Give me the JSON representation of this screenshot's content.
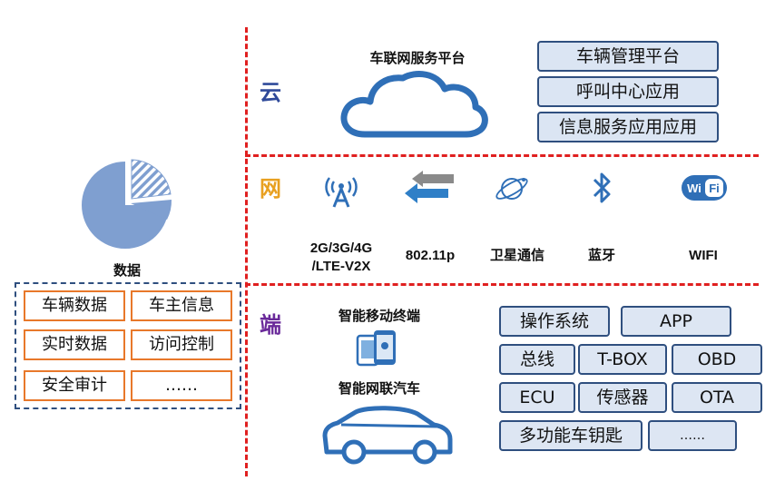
{
  "layers": {
    "cloud": "云",
    "network": "网",
    "endpoint": "端"
  },
  "colors": {
    "divider": "#e02020",
    "cloud_label": "#2f4a9a",
    "network_label": "#e8a020",
    "endpoint_label": "#6a2a9a",
    "icon_blue": "#2f6fb7",
    "box_fill": "#dbe5f3",
    "data_box_border": "#e8782a"
  },
  "data_section": {
    "title": "数据",
    "items": [
      "车辆数据",
      "车主信息",
      "实时数据",
      "访问控制",
      "安全审计",
      "……"
    ]
  },
  "cloud_section": {
    "platform_title": "车联网服务平台",
    "items": [
      "车辆管理平台",
      "呼叫中心应用",
      "信息服务应用应用"
    ]
  },
  "network_section": {
    "items": [
      {
        "label_line1": "2G/3G/4G",
        "label_line2": "/LTE-V2X",
        "icon": "antenna-icon"
      },
      {
        "label_line1": "802.11p",
        "label_line2": "",
        "icon": "exchange-arrows-icon"
      },
      {
        "label_line1": "卫星通信",
        "label_line2": "",
        "icon": "satellite-planet-icon"
      },
      {
        "label_line1": "蓝牙",
        "label_line2": "",
        "icon": "bluetooth-icon"
      },
      {
        "label_line1": "WIFI",
        "label_line2": "",
        "icon": "wifi-badge-icon"
      }
    ],
    "wifi_badge_text": "Wi Fi"
  },
  "endpoint_section": {
    "mobile_title": "智能移动终端",
    "car_title": "智能网联汽车",
    "items": [
      "操作系统",
      "APP",
      "总线",
      "T-BOX",
      "OBD",
      "ECU",
      "传感器",
      "OTA",
      "多功能车钥匙",
      "……"
    ]
  }
}
